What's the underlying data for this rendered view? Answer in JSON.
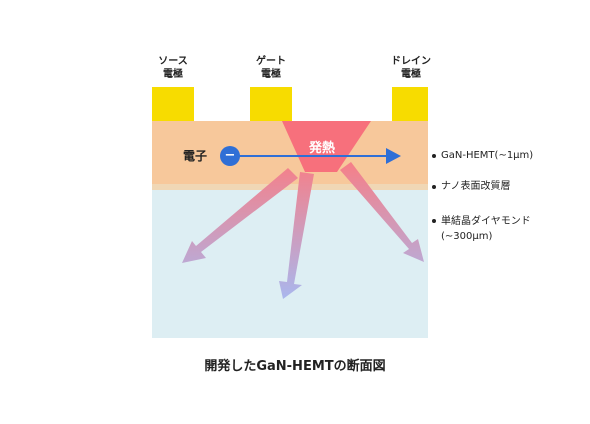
{
  "electrodes": {
    "source": "ソース\n電極",
    "gate": "ゲート\n電極",
    "drain": "ドレイン\n電極"
  },
  "labels": {
    "electron": "電子",
    "minus": "−",
    "heat": "発熱",
    "gan_layer": "GaN-HEMT(∼1μm)",
    "nano_layer": "ナノ表面改質層",
    "diamond_line1": "単結晶ダイヤモンド",
    "diamond_line2": "(∼300μm)"
  },
  "caption": "開発したGaN-HEMTの断面図",
  "colors": {
    "electrode": "#f7dc00",
    "gan": "#f7c89b",
    "nano": "#f0d7b5",
    "diamond": "#ddeef3",
    "electron": "#2f6fd6",
    "heat": "#f7707c",
    "arrow_end": "#a9b7ee"
  }
}
